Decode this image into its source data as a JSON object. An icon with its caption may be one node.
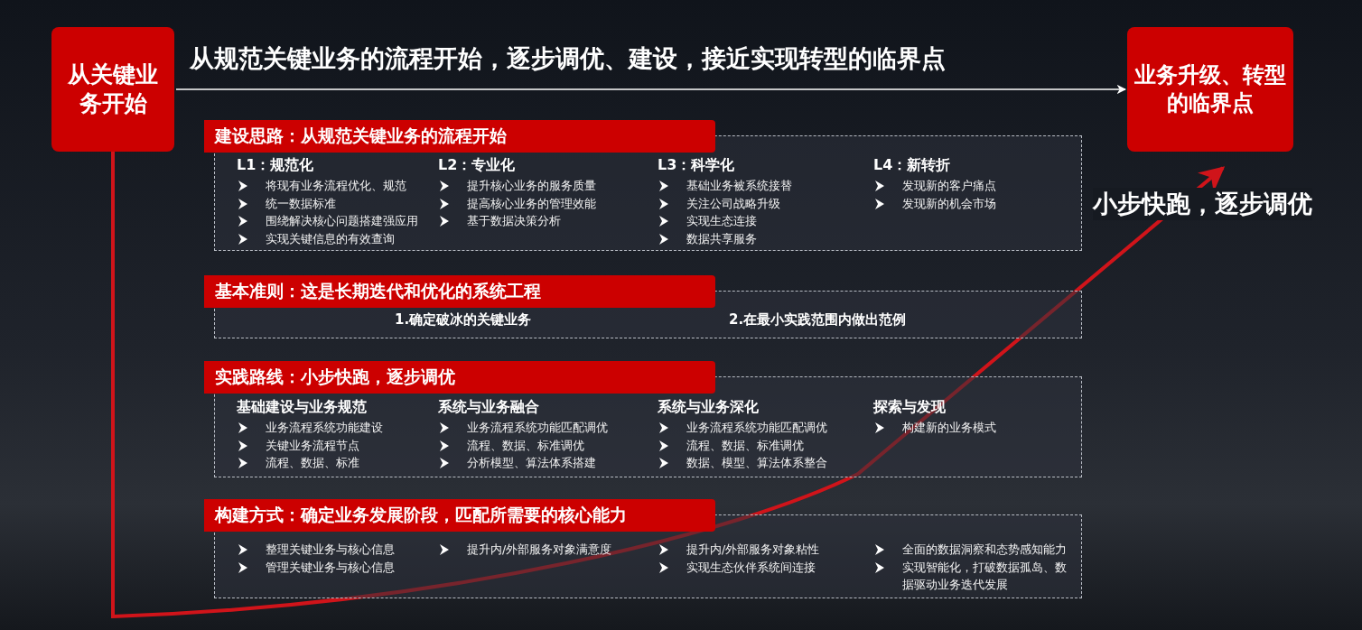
{
  "diagram": {
    "nodes": [
      {
        "text": [
          "从关键业务开始"
        ]
      },
      {
        "text": [
          "业务升级、转型的临界点"
        ]
      },
      {
        "text": [
          "建设思路：从规范关键业务的流程开始"
        ]
      },
      {
        "text": [
          "L1：规范化",
          "将现有业务流程优化、规范",
          "统一数据标准",
          "围绕解决核心问题搭建强应用",
          "实现关键信息的有效查询"
        ],
        "in": 2
      },
      {
        "text": [
          "L2：专业化",
          "提升核心业务的服务质量",
          "提高核心业务的管理效能",
          "基于数据决策分析"
        ],
        "in": 2
      },
      {
        "text": [
          "L3：科学化",
          "基础业务被系统接替",
          "关注公司战略升级",
          "实现生态连接",
          "数据共享服务"
        ],
        "in": 2
      },
      {
        "text": [
          "L4：新转折",
          "发现新的客户痛点",
          "发现新的机会市场"
        ],
        "in": 2
      },
      {
        "text": [
          "基本准则：这是长期迭代和优化的系统工程"
        ]
      },
      {
        "text": [
          "1.确定破冰的关键业务"
        ],
        "in": 7
      },
      {
        "text": [
          "2.在最小实践范围内做出范例"
        ],
        "in": 7
      },
      {
        "text": [
          "实践路线：小步快跑，逐步调优"
        ]
      },
      {
        "text": [
          "基础建设与业务规范",
          "业务流程系统功能建设",
          "关键业务流程节点",
          "流程、数据、标准"
        ],
        "in": 10
      },
      {
        "text": [
          "系统与业务融合",
          "业务流程系统功能匹配调优",
          "流程、数据、标准调优",
          "分析模型、算法体系搭建"
        ],
        "in": 10
      },
      {
        "text": [
          "系统与业务深化",
          "业务流程系统功能匹配调优",
          "流程、数据、标准调优",
          "数据、模型、算法体系整合"
        ],
        "in": 10
      },
      {
        "text": [
          "探索与发现",
          "构建新的业务模式"
        ],
        "in": 10
      },
      {
        "text": [
          "构建方式：确定业务发展阶段，匹配所需要的核心能力"
        ]
      },
      {
        "text": [
          "整理关键业务与核心信息",
          "管理关键业务与核心信息"
        ],
        "in": 15
      },
      {
        "text": [
          "提升内/外部服务对象满意度"
        ],
        "in": 15
      },
      {
        "text": [
          "提升内/外部服务对象粘性",
          "实现生态伙伴系统间连接"
        ],
        "in": 15
      },
      {
        "text": [
          "全面的数据洞察和态势感知能力",
          "实现智能化，打破数据孤岛、数据驱动业务迭代发展"
        ],
        "in": 15
      }
    ],
    "edges": [
      {
        "from": 0,
        "to": 1,
        "arrow": "to",
        "label": "从规范关键业务的流程开始，逐步调优、建设，接近实现转型的临界点"
      },
      {
        "from": 0,
        "to": 1,
        "arrow": "to",
        "label": "小步快跑，逐步调优",
        "style": "thick",
        "color": "#d0141a"
      }
    ]
  }
}
